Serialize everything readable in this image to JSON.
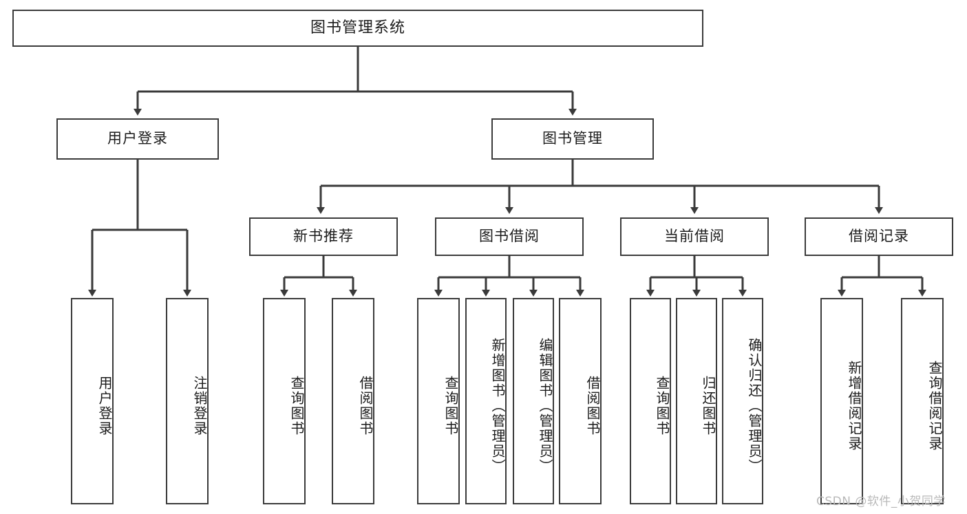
{
  "diagram": {
    "title": "图书管理系统",
    "type": "tree-hierarchy-chart",
    "watermark": "CSDN @软件_小贺同学",
    "colors": {
      "background": "#ffffff",
      "border": "#3a3a3a",
      "text": "#1b1b1b",
      "edge": "#3a3a3a",
      "watermark": "#b9b9b9"
    },
    "root": {
      "label": "图书管理系统"
    },
    "level1": [
      {
        "label": "用户登录"
      },
      {
        "label": "图书管理"
      }
    ],
    "level2": [
      {
        "label": "新书推荐"
      },
      {
        "label": "图书借阅"
      },
      {
        "label": "当前借阅"
      },
      {
        "label": "借阅记录"
      }
    ],
    "leaves": {
      "user_login": [
        {
          "label": "用户登录"
        },
        {
          "label": "注销登录"
        }
      ],
      "new_book_recommend": [
        {
          "label": "查询图书"
        },
        {
          "label": "借阅图书"
        }
      ],
      "book_borrow": [
        {
          "label": "查询图书"
        },
        {
          "label": "新增图书（管理员）"
        },
        {
          "label": "编辑图书（管理员）"
        },
        {
          "label": "借阅图书"
        }
      ],
      "current_borrow": [
        {
          "label": "查询图书"
        },
        {
          "label": "归还图书"
        },
        {
          "label": "确认归还（管理员）"
        }
      ],
      "borrow_record": [
        {
          "label": "新增借阅记录"
        },
        {
          "label": "查询借阅记录"
        }
      ]
    }
  }
}
